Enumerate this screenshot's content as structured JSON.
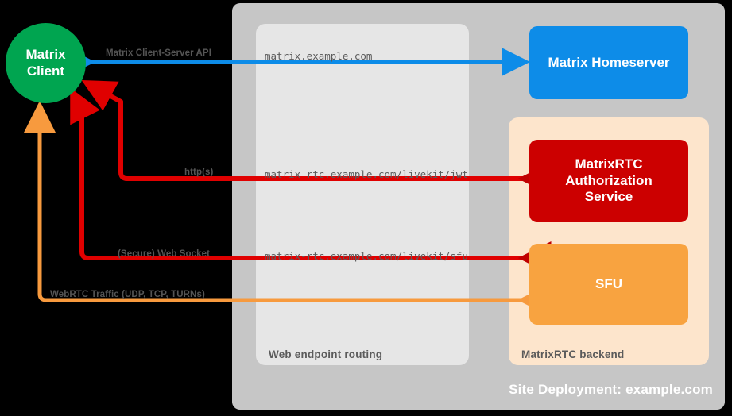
{
  "diagram": {
    "title": "Site Deployment: example.com",
    "background": "#000000"
  },
  "panels": {
    "site": {
      "label": "Site Deployment: example.com",
      "color": "#c6c6c6"
    },
    "routing": {
      "label": "Web endpoint routing",
      "color": "#e6e6e6"
    },
    "backend": {
      "label": "MatrixRTC backend",
      "color": "#fde5cc"
    }
  },
  "nodes": {
    "client": {
      "line1": "Matrix",
      "line2": "Client",
      "color": "#00a550"
    },
    "homeserver": {
      "label": "Matrix Homeserver",
      "color": "#0d8ce8"
    },
    "authservice": {
      "line1": "MatrixRTC",
      "line2": "Authorization",
      "line3": "Service",
      "color": "#cc0000"
    },
    "sfu": {
      "label": "SFU",
      "color": "#f8a340"
    }
  },
  "edges": [
    {
      "id": "cs-api",
      "label": "Matrix Client-Server API",
      "url": "matrix.example.com",
      "color": "#0d8ce8",
      "direction": "bidirectional"
    },
    {
      "id": "jwt",
      "label": "http(s)",
      "url": "matrix-rtc.example.com/livekit/jwt",
      "color": "#e00000",
      "direction": "bidirectional"
    },
    {
      "id": "sfu-ws",
      "label": "(Secure) Web Socket",
      "url": "matrix-rtc.example.com/livekit/sfu",
      "color": "#e00000",
      "direction": "bidirectional"
    },
    {
      "id": "webrtc",
      "label": "WebRTC Traffic (UDP, TCP, TURNs)",
      "url": "",
      "color": "#f79a3e",
      "direction": "bidirectional"
    }
  ]
}
